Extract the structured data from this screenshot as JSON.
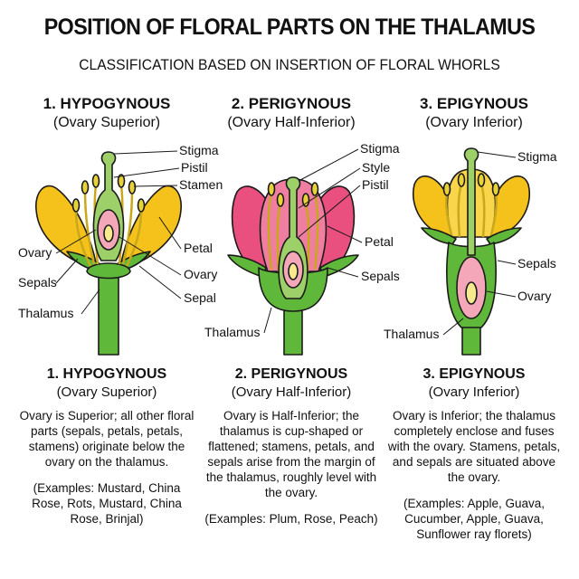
{
  "title": "POSITION OF FLORAL PARTS ON THE THALAMUS",
  "subtitle": "CLASSIFICATION BASED ON INSERTION OF FLORAL WHORLS",
  "columns": [
    {
      "heading": "1. HYPOGYNOUS",
      "subheading": "(Ovary Superior)",
      "labels": {
        "stigma": "Stigma",
        "pistil": "Pistil",
        "stamen": "Stamen",
        "ovary": "Ovary",
        "petal": "Petal",
        "ovary2": "Ovary",
        "sepals": "Sepals",
        "sepal": "Sepal",
        "thalamus": "Thalamus"
      },
      "description": "Ovary is Superior; all other floral parts (sepals, petals, petals, stamens) originate below the ovary on the thalamus.",
      "examples": "(Examples: Mustard, China Rose, Rots, Mustard, China Rose, Brinjal)"
    },
    {
      "heading": "2. PERIGYNOUS",
      "subheading": "(Ovary Half-Inferior)",
      "labels": {
        "stigma": "Stigma",
        "style": "Style",
        "pistil": "Pistil",
        "petal": "Petal",
        "sepals": "Sepals",
        "thalamus": "Thalamus"
      },
      "description": "Ovary is Half-Inferior; the thalamus is cup-shaped or flattened; stamens, petals, and sepals arise from the margin of the thalamus, roughly level with the ovary.",
      "examples": "(Examples: Plum, Rose, Peach)"
    },
    {
      "heading": "3. EPIGYNOUS",
      "subheading": "(Ovary Inferior)",
      "labels": {
        "stigma": "Stigma",
        "sepals": "Sepals",
        "ovary": "Ovary",
        "thalamus": "Thalamus"
      },
      "description": "Ovary is Inferior; the thalamus completely enclose and fuses with the ovary. Stamens, petals, and sepals are situated above the ovary.",
      "examples": "(Examples: Apple, Guava, Cucumber, Apple, Guava, Sunflower ray florets)"
    }
  ],
  "colors": {
    "stem": "#5fb83a",
    "stem_dark": "#2f7a1f",
    "yellow_petal": "#f5c21b",
    "pink_petal": "#e9507f",
    "ovary_pink": "#f4a7b9",
    "ovule": "#f7e98e",
    "stamen": "#e8d23a",
    "pistil": "#9ed06a",
    "outline": "#1a1a1a"
  }
}
